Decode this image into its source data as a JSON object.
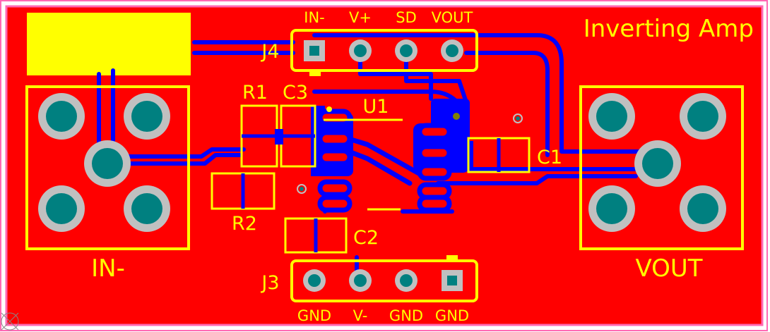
{
  "title": "Inverting Amp",
  "connectors": {
    "in_label": "IN-",
    "out_label": "VOUT"
  },
  "headers": {
    "j4": {
      "ref": "J4",
      "pins": [
        "IN-",
        "V+",
        "SD",
        "VOUT"
      ]
    },
    "j3": {
      "ref": "J3",
      "pins": [
        "GND",
        "V-",
        "GND",
        "GND"
      ]
    }
  },
  "components": {
    "r1": "R1",
    "r2": "R2",
    "c1": "C1",
    "c2": "C2",
    "c3": "C3",
    "u1": "U1"
  },
  "colors": {
    "copper": "#ff0000",
    "trace": "#0000ff",
    "silkscreen": "#ffff00",
    "outline": "#ff69b4",
    "pad": "#008080",
    "pad_ring": "#c0c0c0"
  }
}
